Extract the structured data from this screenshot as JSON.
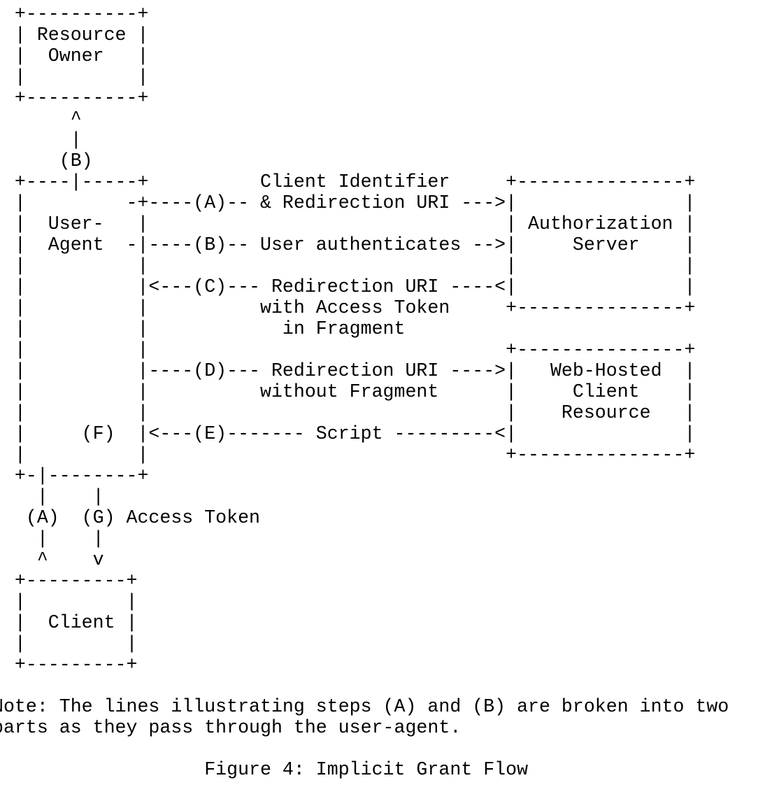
{
  "diagram": {
    "lines": [
      "  +----------+",
      "  | Resource |",
      "  |  Owner   |",
      "  |          |",
      "  +----------+",
      "       ^",
      "       |",
      "      (B)",
      "  +----|-----+          Client Identifier     +---------------+",
      "  |         -+----(A)-- & Redirection URI --->|               |",
      "  |  User-   |                                | Authorization |",
      "  |  Agent  -|----(B)-- User authenticates -->|     Server    |",
      "  |          |                                |               |",
      "  |          |<---(C)--- Redirection URI ----<|               |",
      "  |          |          with Access Token     +---------------+",
      "  |          |            in Fragment",
      "  |          |                                +---------------+",
      "  |          |----(D)--- Redirection URI ---->|   Web-Hosted  |",
      "  |          |          without Fragment      |     Client    |",
      "  |          |                                |    Resource   |",
      "  |     (F)  |<---(E)------- Script ---------<|               |",
      "  |          |                                +---------------+",
      "  +-|--------+",
      "    |    |",
      "   (A)  (G) Access Token",
      "    |    |",
      "    ^    v",
      "  +---------+",
      "  |         |",
      "  |  Client |",
      "  |         |",
      "  +---------+",
      "",
      "Note: The lines illustrating steps (A) and (B) are broken into two",
      "parts as they pass through the user-agent.",
      "",
      "                   Figure 4: Implicit Grant Flow"
    ]
  }
}
